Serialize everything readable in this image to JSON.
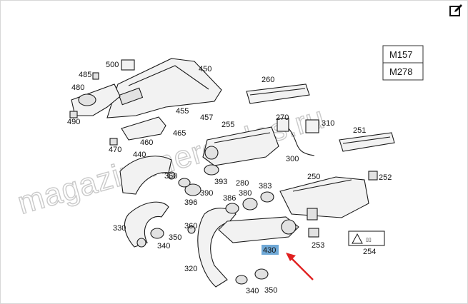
{
  "toolbar": {
    "edit_icon": "edit-icon"
  },
  "models": [
    "M157",
    "M278"
  ],
  "watermark": "magazin-mercedes.ru",
  "highlight": {
    "label": "430",
    "color": "#6fa8d6",
    "arrow_color": "#e02020"
  },
  "callouts": {
    "c500": "500",
    "c485": "485",
    "c450": "450",
    "c480": "480",
    "c455": "455",
    "c457": "457",
    "c490": "490",
    "c465": "465",
    "c460": "460",
    "c470": "470",
    "c440": "440",
    "c260": "260",
    "c255": "255",
    "c270": "270",
    "c310": "310",
    "c251": "251",
    "c300": "300",
    "c360a": "360",
    "c393": "393",
    "c280": "280",
    "c250": "250",
    "c252": "252",
    "c390": "390",
    "c396": "396",
    "c386": "386",
    "c380": "380",
    "c383": "383",
    "c330": "330",
    "c350a": "350",
    "c340a": "340",
    "c360b": "360",
    "c253": "253",
    "c254": "254",
    "c320": "320",
    "c340b": "340",
    "c350b": "350"
  }
}
